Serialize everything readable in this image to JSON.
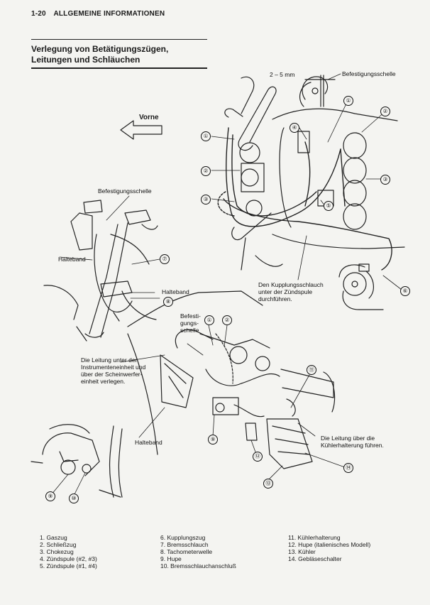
{
  "header": {
    "page": "1-20",
    "section": "ALLGEMEINE INFORMATIONEN"
  },
  "title": {
    "line1": "Verlegung von Betätigungszügen,",
    "line2": "Leitungen und Schläuchen"
  },
  "annotations": {
    "vorne": "Vorne",
    "gap": "2 – 5 mm",
    "befestigungsschelle_top": "Befestigungsschelle",
    "befestigungsschelle_left": "Befestigungsschelle",
    "halteband_1": "Halteband",
    "halteband_2": "Halteband",
    "halteband_3": "Halteband",
    "kupplung_1": "Den Kupplungsschlauch",
    "kupplung_2": "unter der Zündspule",
    "kupplung_3": "durchführen.",
    "befest_1": "Befesti-",
    "befest_2": "gungs-",
    "befest_3": "schelle",
    "leitung_left_1": "Die Leitung unter der",
    "leitung_left_2": "Instrumenteneinheit und",
    "leitung_left_3": "über der Scheinwerfer-",
    "leitung_left_4": "einheit verlegen.",
    "leitung_right_1": "Die Leitung über die",
    "leitung_right_2": "Kühlerhalterung führen."
  },
  "callouts": {
    "c1": "①",
    "c2": "②",
    "c3": "③",
    "c4": "④",
    "c5": "⑤",
    "c6": "⑥",
    "c7": "⑦",
    "c8": "⑧",
    "c9": "⑨",
    "c10": "⑩",
    "c11": "⑪",
    "c12": "⑫",
    "c13": "⑬",
    "c14": "⑭"
  },
  "legend": {
    "col1": [
      "1. Gaszug",
      "2. Schließzug",
      "3. Chokezug",
      "4. Zündspule (#2, #3)",
      "5. Zündspule (#1, #4)"
    ],
    "col2": [
      "6. Kupplungszug",
      "7. Bremsschlauch",
      "8. Tachometerwelle",
      "9. Hupe",
      "10. Bremsschlauchanschluß"
    ],
    "col3": [
      "11. Kühlerhalterung",
      "12. Hupe (italienisches Modell)",
      "13. Kühler",
      "14. Gebläseschalter"
    ]
  }
}
